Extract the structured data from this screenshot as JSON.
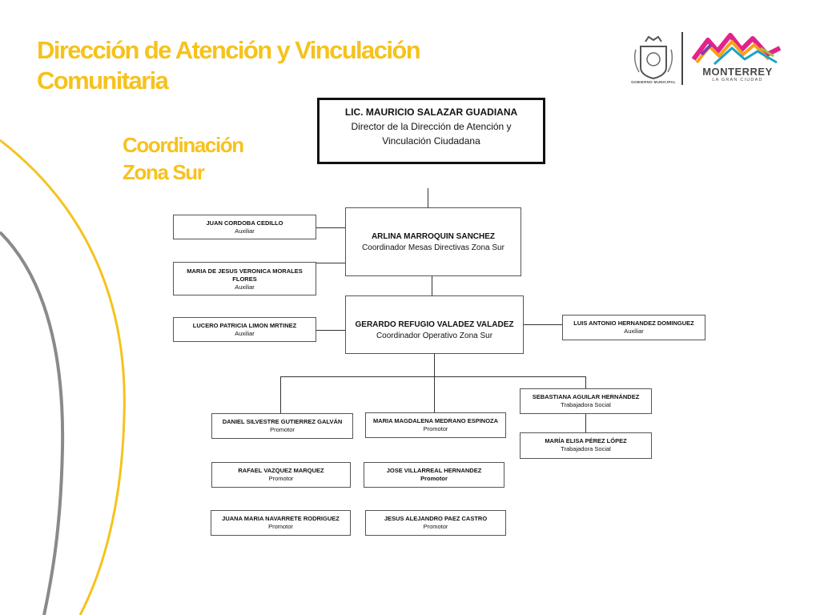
{
  "header": {
    "title_line1": "Dirección de Atención y Vinculación",
    "title_line2": "Comunitaria",
    "subtitle_line1": "Coordinación",
    "subtitle_line2": "Zona Sur"
  },
  "logos": {
    "shield_caption": "GOBIERNO MUNICIPAL",
    "city_name": "MONTERREY",
    "city_tagline": "LA GRAN CIUDAD"
  },
  "colors": {
    "accent": "#f6c21c",
    "arc_gray": "#8a8a8a"
  },
  "org": {
    "director": {
      "name": "LIC. MAURICIO SALAZAR GUADIANA",
      "role_line1": "Director  de la Dirección de Atención y",
      "role_line2": "Vinculación Ciudadana"
    },
    "coordinator": {
      "name": "ARLINA MARROQUIN SANCHEZ",
      "role": "Coordinador Mesas Directivas  Zona Sur"
    },
    "operative": {
      "name": "GERARDO REFUGIO VALADEZ VALADEZ",
      "role": "Coordinador Operativo Zona Sur"
    },
    "aux1": {
      "name": "JUAN CORDOBA CEDILLO",
      "role": "Auxiliar"
    },
    "aux2": {
      "name_line1": "MARIA DE JESUS VERONICA MORALES",
      "name_line2": "FLORES",
      "role": "Auxiliar"
    },
    "aux3": {
      "name": "LUCERO PATRICIA LIMON MRTINEZ",
      "role": "Auxiliar"
    },
    "aux4": {
      "name": "LUIS ANTONIO HERNANDEZ DOMINGUEZ",
      "role": "Auxiliar"
    },
    "promotor1": {
      "name": "DANIEL SILVESTRE GUTIERREZ GALVÁN",
      "role": "Promotor"
    },
    "promotor2": {
      "name": "RAFAEL VAZQUEZ MARQUEZ",
      "role": "Promotor"
    },
    "promotor3": {
      "name": "JUANA MARIA NAVARRETE RODRIGUEZ",
      "role": "Promotor"
    },
    "promotor4": {
      "name": "MARIA MAGDALENA MEDRANO ESPINOZA",
      "role": "Promotor"
    },
    "promotor5": {
      "name": "JOSE VILLARREAL HERNANDEZ",
      "role": "Promotor"
    },
    "promotor6": {
      "name": "JESUS ALEJANDRO PAEZ CASTRO",
      "role": "Promotor"
    },
    "social1": {
      "name": "SEBASTIANA AGUILAR HERNÁNDEZ",
      "role": "Trabajadora Social"
    },
    "social2": {
      "name": "MARÍA ELISA PÉREZ LÓPEZ",
      "role": "Trabajadora Social"
    }
  }
}
